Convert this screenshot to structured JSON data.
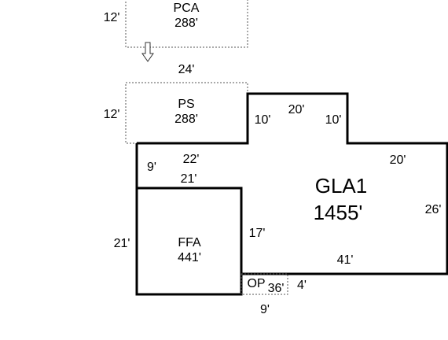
{
  "areas": {
    "pca": {
      "name": "PCA",
      "size": "288'",
      "left_dim": "12'"
    },
    "ps": {
      "name": "PS",
      "size": "288'",
      "top_dim": "24'",
      "left_dim": "12'"
    },
    "gla1": {
      "name": "GLA1",
      "size": "1455'",
      "dims": {
        "bump_left": "10'",
        "bump_top": "20'",
        "bump_right": "10'",
        "right_top": "20'",
        "right": "26'",
        "bottom": "41'",
        "left_lower": "17'",
        "left_upper": "9'",
        "top_left": "22'",
        "ffa_top": "21'"
      }
    },
    "ffa": {
      "name": "FFA",
      "size": "441'",
      "left_dim": "21'"
    },
    "op": {
      "name": "OP",
      "size": "36'",
      "right_dim": "4'",
      "bottom_dim": "9'"
    }
  },
  "icons": {
    "arrow": "down-arrow-icon"
  }
}
